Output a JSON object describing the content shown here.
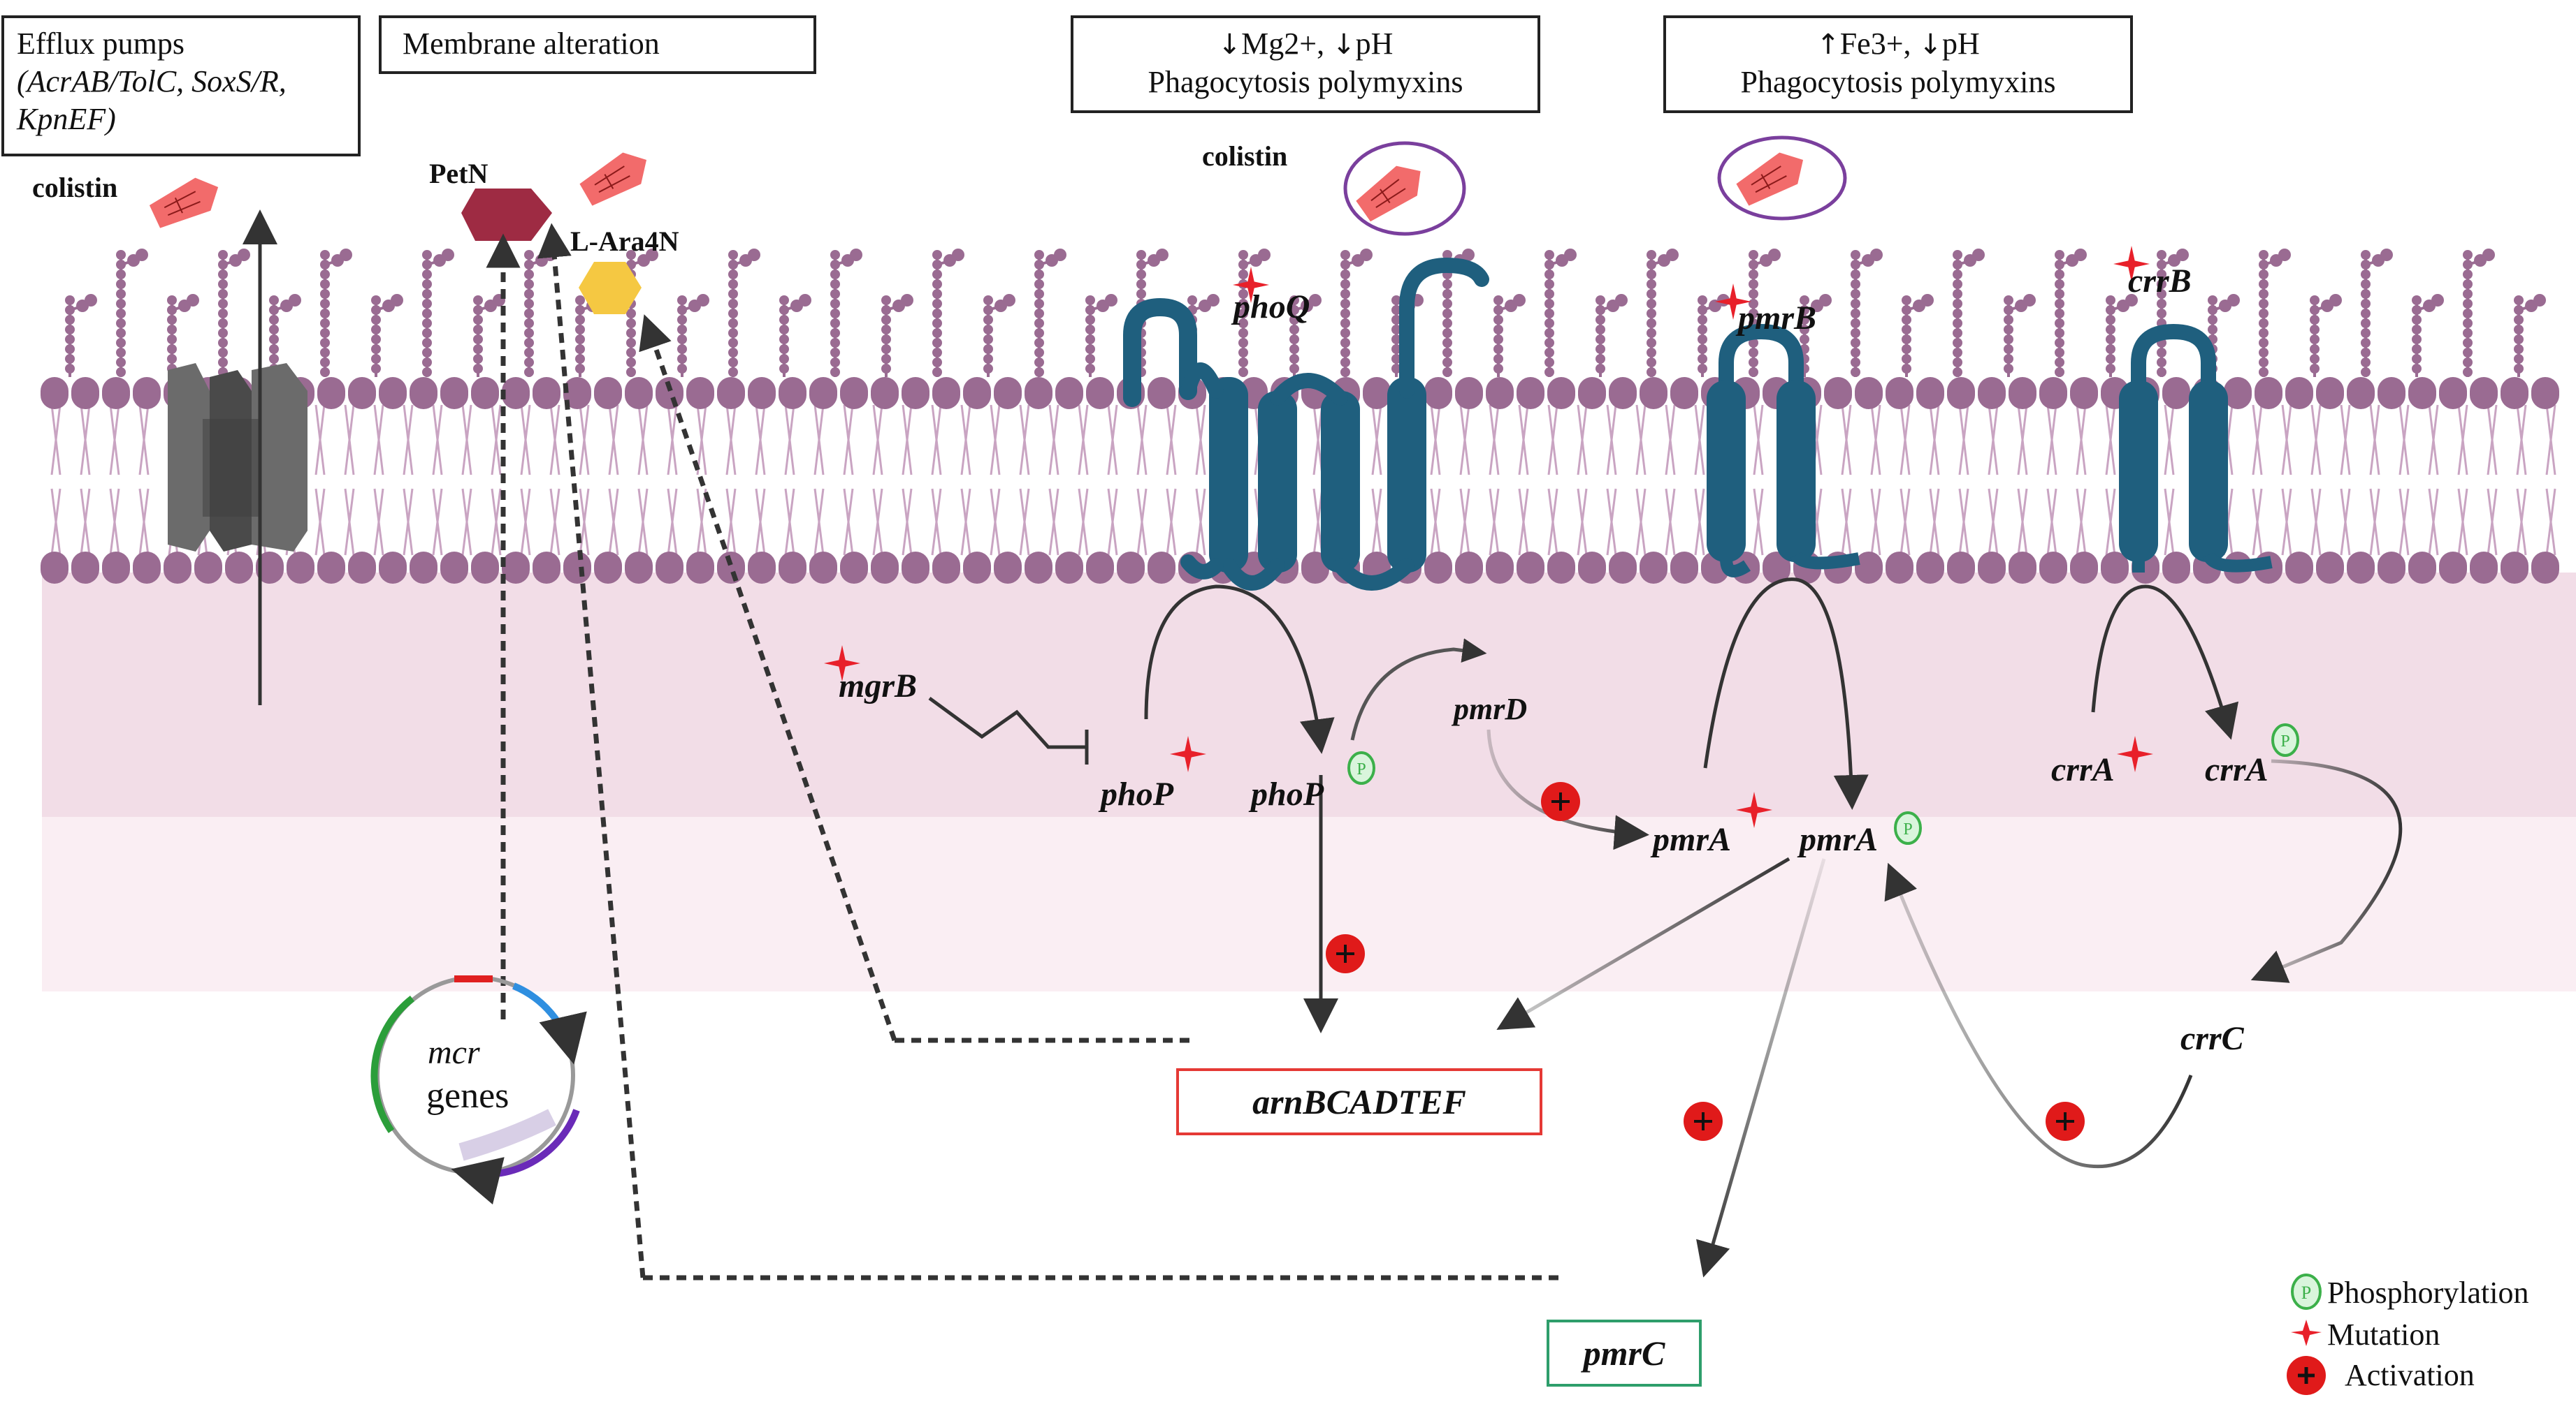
{
  "boxes": {
    "efflux": {
      "title": "Efflux pumps",
      "genes_line1": "(AcrAB/TolC, SoxS/R,",
      "genes_line2": "KpnEF)"
    },
    "membrane": {
      "title": "Membrane alteration"
    },
    "phoq_cond": {
      "arrow1": "↓",
      "ion": "Mg2+,",
      "arrow2": "↓",
      "ph": "pH",
      "line2": "Phagocytosis polymyxins"
    },
    "pmrb_cond": {
      "arrow1": "↑",
      "ion": "Fe3+,",
      "arrow2": "↓",
      "ph": "pH",
      "line2": "Phagocytosis polymyxins"
    }
  },
  "labels": {
    "colistin_left": "colistin",
    "colistin_mid": "colistin",
    "petn": "PetN",
    "ara4n": "L-Ara4N",
    "mcr_italic": "mcr",
    "mcr_genes": "genes"
  },
  "genes": {
    "phoQ": "phoQ",
    "pmrB": "pmrB",
    "crrB": "crrB",
    "mgrB": "mgrB",
    "phoP1": "phoP",
    "phoP2": "phoP",
    "pmrD": "pmrD",
    "pmrA1": "pmrA",
    "pmrA2": "pmrA",
    "crrA1": "crrA",
    "crrA2": "crrA",
    "crrC": "crrC"
  },
  "gene_boxes": {
    "arn": {
      "label": "arnBCADTEF",
      "border_color": "#e53935"
    },
    "pmrc": {
      "label": "pmrC",
      "border_color": "#2e9e6b"
    }
  },
  "legend": {
    "phosphorylation": "Phosphorylation",
    "mutation": "Mutation",
    "activation": "Activation"
  },
  "icons": {
    "pump": "efflux-pump-icon",
    "colistin": "colistin-molecule-icon",
    "mutation": "red-star-icon",
    "activation": "plus-circle-icon",
    "phosphorylation": "phosphate-circle-icon"
  },
  "colors": {
    "membrane_head": "#9a6b92",
    "membrane_tail": "#c9a4c2",
    "protein": "#1f5f7e",
    "mutation": "#e8202a",
    "activation": "#e01a1a",
    "phospho": "#3cb04a",
    "cytoplasm_top": "#f2dde7",
    "cytoplasm_bottom": "#f9edf2",
    "petn": "#9e2b43",
    "ara4n": "#f5c842",
    "colistin": "#f26b6b",
    "circle_outline": "#7a3f9d"
  }
}
